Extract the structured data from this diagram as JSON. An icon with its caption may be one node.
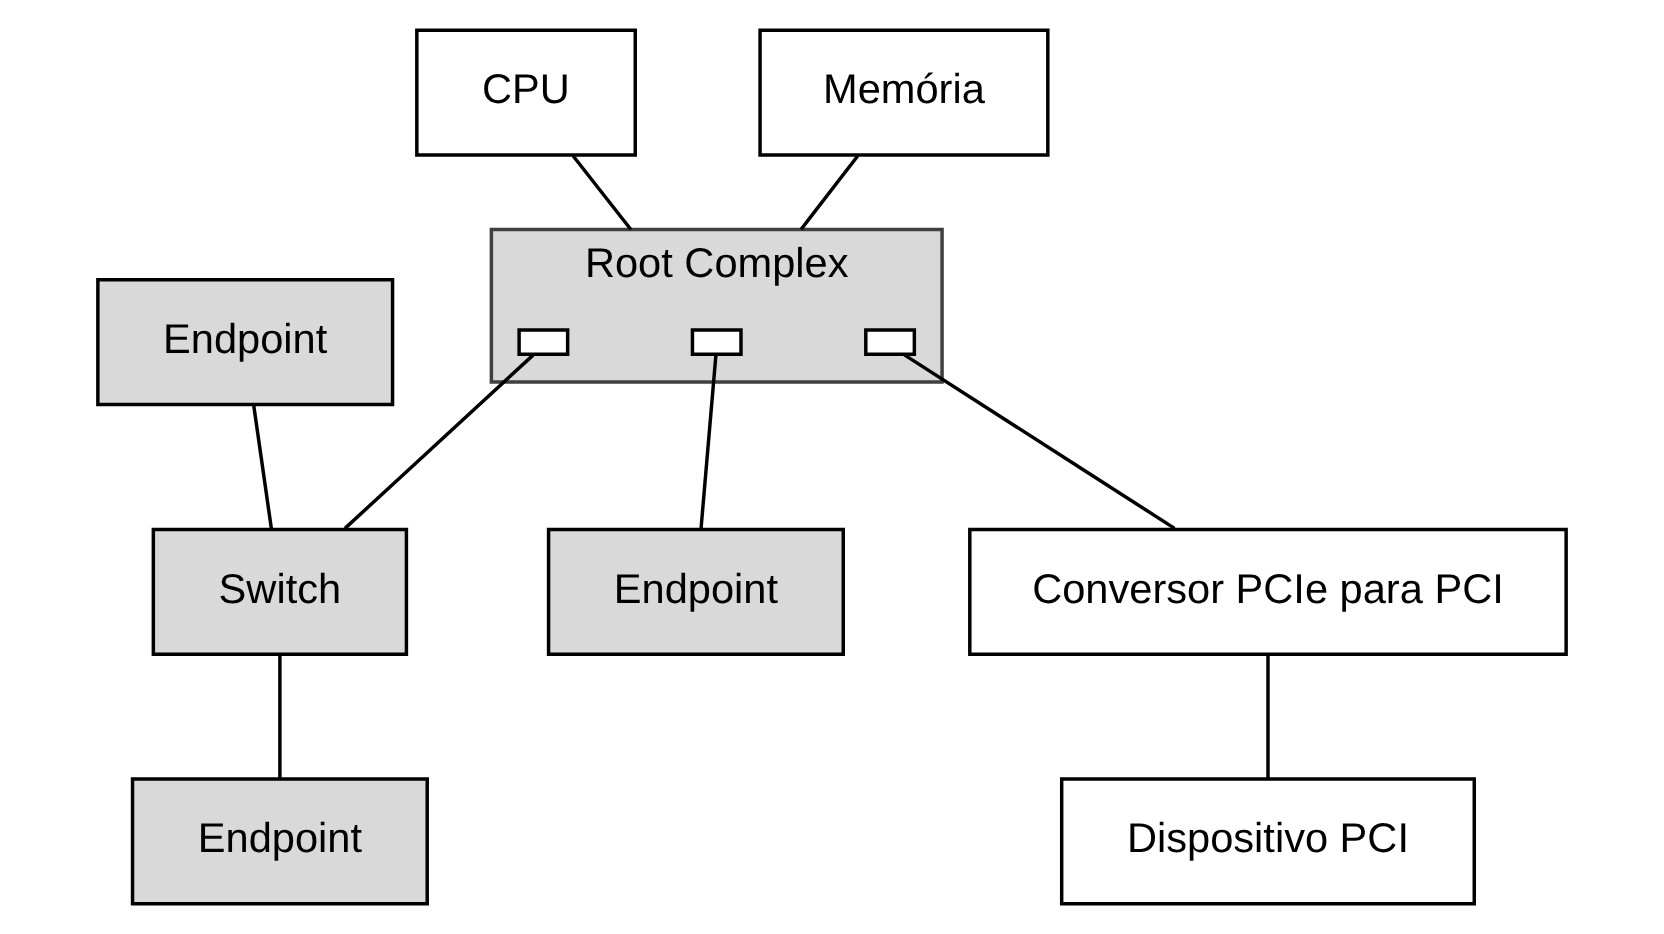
{
  "diagram": {
    "nodes": [
      {
        "text": [
          "CPU"
        ]
      },
      {
        "text": [
          "Memória"
        ]
      },
      {
        "text": [
          "Root Complex"
        ]
      },
      {
        "text": [],
        "shape": "box",
        "in": 2
      },
      {
        "text": [],
        "shape": "box",
        "in": 2
      },
      {
        "text": [],
        "shape": "box",
        "in": 2
      },
      {
        "text": [
          "Endpoint"
        ]
      },
      {
        "text": [
          "Switch"
        ]
      },
      {
        "text": [
          "Endpoint"
        ]
      },
      {
        "text": [
          "Conversor PCIe para PCI"
        ]
      },
      {
        "text": [
          "Dispositivo PCI"
        ]
      },
      {
        "text": [
          "Endpoint"
        ]
      }
    ],
    "edges": [
      {
        "from": 0,
        "to": 2,
        "arrow": "none"
      },
      {
        "from": 1,
        "to": 2,
        "arrow": "none"
      },
      {
        "from": 3,
        "to": 7,
        "arrow": "none"
      },
      {
        "from": 4,
        "to": 11,
        "arrow": "none"
      },
      {
        "from": 5,
        "to": 9,
        "arrow": "none"
      },
      {
        "from": 6,
        "to": 7,
        "arrow": "none"
      },
      {
        "from": 7,
        "to": 8,
        "arrow": "none"
      },
      {
        "from": 9,
        "to": 10,
        "arrow": "none"
      }
    ]
  }
}
